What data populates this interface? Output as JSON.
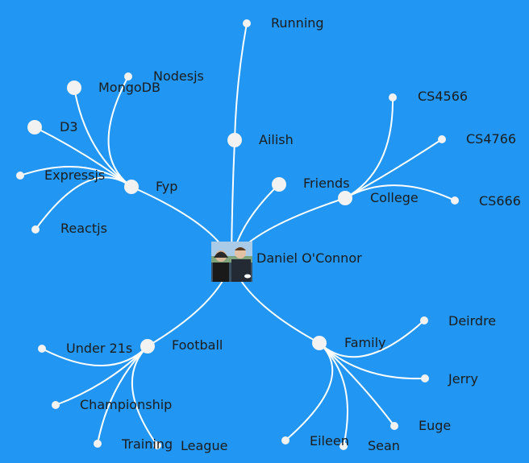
{
  "theme": {
    "background": "#2196F3",
    "link_color": "#ffffff",
    "node_color": "#f2f2f2",
    "label_color": "#1c1c1c"
  },
  "root": {
    "label": "Daniel O'Connor",
    "avatar": "couple-photo"
  },
  "branches": [
    {
      "label": "Fyp",
      "children": [
        "MongoDB",
        "Nodesjs",
        "D3",
        "Expressjs",
        "Reactjs"
      ]
    },
    {
      "label": "Ailish",
      "children": [
        "Running"
      ]
    },
    {
      "label": "Friends",
      "children": []
    },
    {
      "label": "College",
      "children": [
        "CS4566",
        "CS4766",
        "CS666"
      ]
    },
    {
      "label": "Family",
      "children": [
        "Deirdre",
        "Jerry",
        "Euge",
        "Sean",
        "Eileen"
      ]
    },
    {
      "label": "Football",
      "children": [
        "Under 21s",
        "Championship",
        "Training",
        "League"
      ]
    }
  ]
}
